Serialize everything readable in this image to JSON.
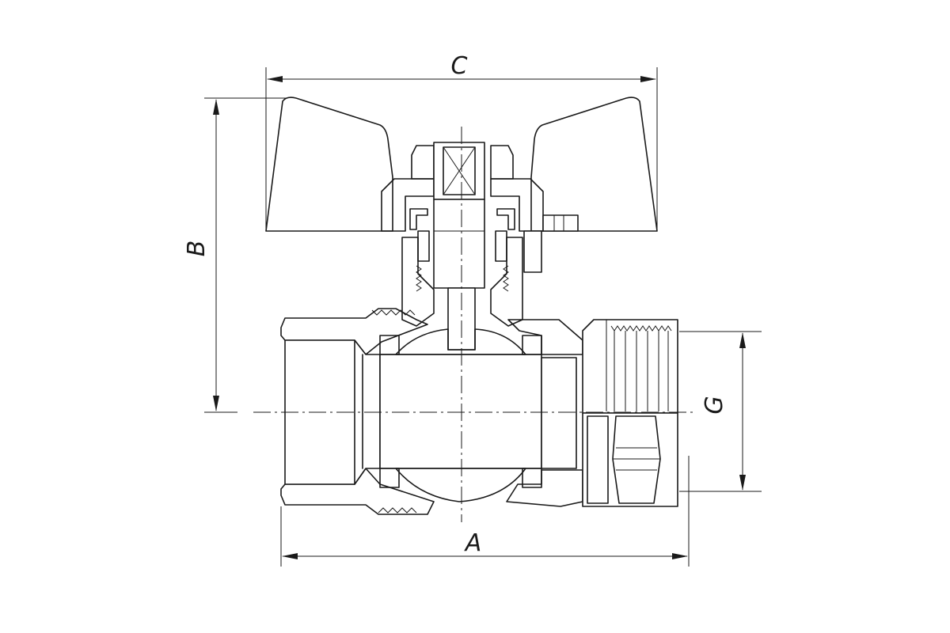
{
  "dimensions": {
    "overall_length": "A",
    "height": "B",
    "handle_width": "C",
    "thread_size": "G"
  }
}
